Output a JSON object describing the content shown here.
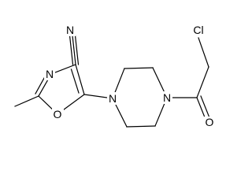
{
  "molecule": {
    "atom_labels": {
      "nitrile_n": "N",
      "ring_n": "N",
      "ring_o": "O",
      "pip_n1": "N",
      "pip_n4": "N",
      "cl": "Cl",
      "carbonyl_o": "O"
    }
  },
  "colors": {
    "bond": "#000000",
    "text": "#000000",
    "background": "#ffffff"
  }
}
